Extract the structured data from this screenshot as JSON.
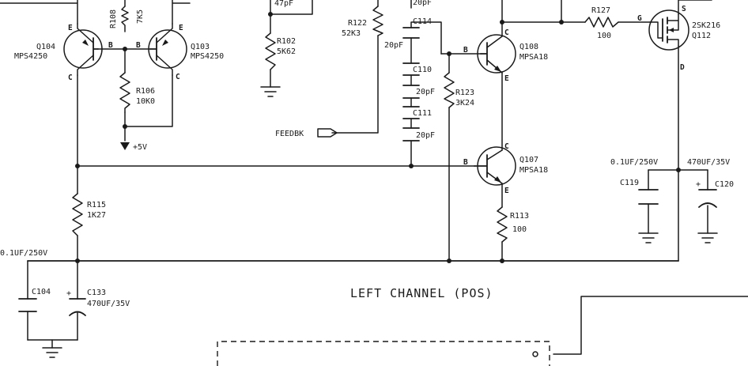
{
  "title": "LEFT CHANNEL (POS)",
  "transistors": {
    "q104": {
      "ref": "Q104",
      "part": "MPS4250",
      "e": "E",
      "b": "B",
      "c": "C"
    },
    "q103": {
      "ref": "Q103",
      "part": "MPS4250",
      "e": "E",
      "b": "B",
      "c": "C"
    },
    "q108": {
      "ref": "Q108",
      "part": "MPSA18",
      "e": "E",
      "b": "B",
      "c": "C"
    },
    "q107": {
      "ref": "Q107",
      "part": "MPSA18",
      "e": "E",
      "b": "B",
      "c": "C"
    },
    "q112": {
      "ref": "Q112",
      "part": "2SK216",
      "g": "G",
      "s": "S",
      "d": "D"
    }
  },
  "resistors": {
    "r108": {
      "ref": "R108",
      "value": "7K5"
    },
    "r106": {
      "ref": "R106",
      "value": "10K0"
    },
    "r102": {
      "ref": "R102",
      "value": "5K62"
    },
    "r122": {
      "ref": "R122",
      "value": "52K3"
    },
    "r123": {
      "ref": "R123",
      "value": "3K24"
    },
    "r115": {
      "ref": "R115",
      "value": "1K27"
    },
    "r113": {
      "ref": "R113",
      "value": "100"
    },
    "r127": {
      "ref": "R127",
      "value": "100"
    }
  },
  "capacitors": {
    "c114": {
      "ref": "C114",
      "value": "20pF",
      "value_top": "20pF"
    },
    "c110": {
      "ref": "C110",
      "value": "20pF"
    },
    "c111": {
      "ref": "C111",
      "value": "20pF"
    },
    "c47": {
      "value": "47pF"
    },
    "c104": {
      "ref": "C104",
      "value": "0.1UF/250V"
    },
    "c133": {
      "ref": "C133",
      "value": "470UF/35V"
    },
    "c119": {
      "ref": "C119",
      "value": "0.1UF/250V"
    },
    "c120": {
      "ref": "C120",
      "value": "470UF/35V"
    }
  },
  "nets": {
    "supply": "+5V",
    "feedback": "FEEDBK"
  }
}
